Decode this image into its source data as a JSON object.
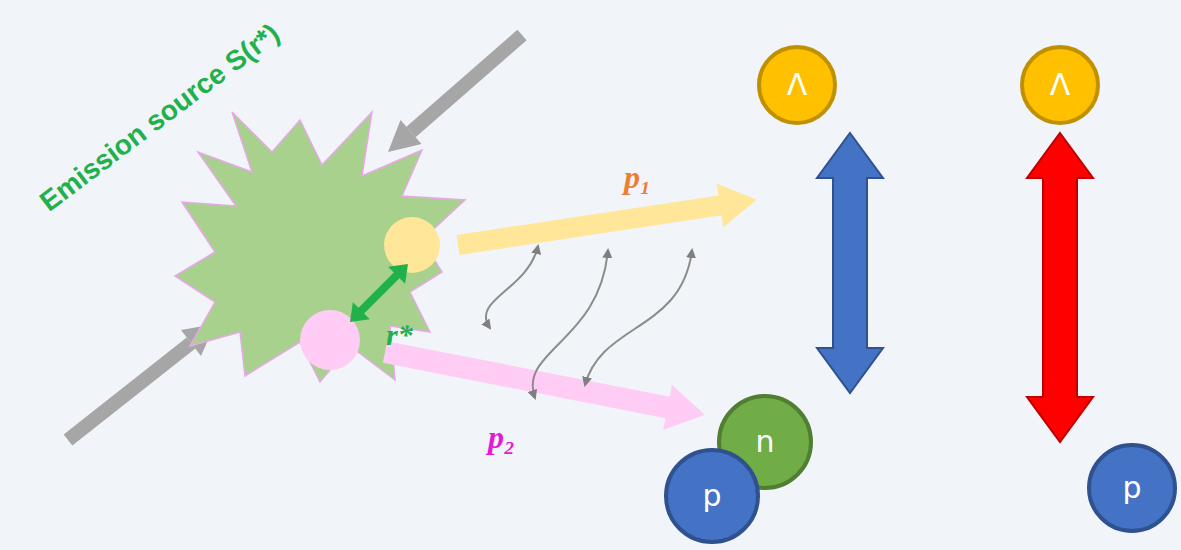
{
  "diagram": {
    "nodes": [
      {
        "text": [
          "Λ"
        ]
      },
      {
        "text": [
          "n"
        ]
      },
      {
        "text": [
          "p"
        ]
      },
      {
        "text": [
          "Λ"
        ]
      },
      {
        "text": [
          "p"
        ]
      }
    ],
    "edges": [
      {
        "from": 0,
        "to": 1,
        "arrow": "both"
      },
      {
        "from": 3,
        "to": 4,
        "arrow": "both"
      }
    ],
    "labels": [
      "Emission source S(r*)",
      "r*",
      "p₁",
      "p₂"
    ]
  }
}
